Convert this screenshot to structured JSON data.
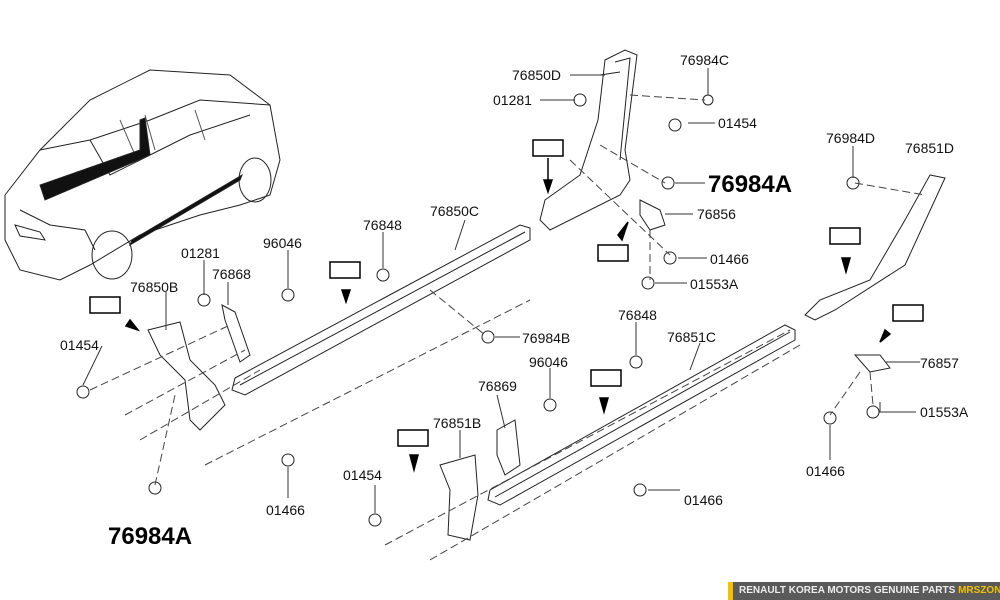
{
  "labels": {
    "p76850D": "76850D",
    "p01281a": "01281",
    "p76984C": "76984C",
    "p01454a": "01454",
    "p76984A_top": "76984A",
    "p76856": "76856",
    "p01466a": "01466",
    "p01553Aa": "01553A",
    "p76984D": "76984D",
    "p76851D": "76851D",
    "p76857": "76857",
    "p01553Ab": "01553A",
    "p01466b": "01466",
    "p76850C": "76850C",
    "p76848a": "76848",
    "p96046a": "96046",
    "p01281b": "01281",
    "p76868": "76868",
    "p76850B": "76850B",
    "p01454b": "01454",
    "p76984B": "76984B",
    "p01466c": "01466",
    "p76984A_bottom": "76984A",
    "p76848b": "76848",
    "p76851C": "76851C",
    "p96046b": "96046",
    "p76869": "76869",
    "p76851B": "76851B",
    "p01454c": "01454",
    "p01466d": "01466"
  },
  "footer": {
    "text": "RENAULT KOREA MOTORS GENUINE PARTS ",
    "brand": "MRSZONE"
  },
  "colors": {
    "accent": "#f2c200",
    "footer_bg": "#5a5a5a"
  }
}
